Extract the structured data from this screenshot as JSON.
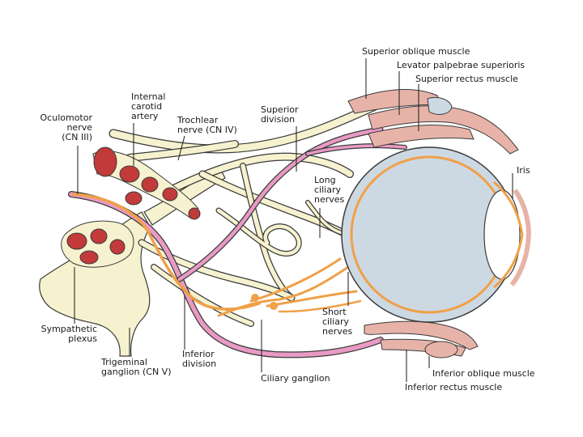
{
  "labels": {
    "superior_oblique": "Superior oblique muscle",
    "levator": "Levator palpebrae superioris",
    "superior_rectus": "Superior rectus muscle",
    "internal_carotid": [
      "Internal",
      "carotid",
      "artery"
    ],
    "oculomotor": [
      "Oculomotor",
      "nerve",
      "(CN III)"
    ],
    "trochlear": [
      "Trochlear",
      "nerve (CN IV)"
    ],
    "superior_division": [
      "Superior",
      "division"
    ],
    "long_ciliary": [
      "Long",
      "ciliary",
      "nerves"
    ],
    "iris": "Iris",
    "short_ciliary": [
      "Short",
      "ciliary",
      "nerves"
    ],
    "sympathetic": [
      "Sympathetic",
      "plexus"
    ],
    "trigeminal": [
      "Trigeminal",
      "ganglion (CN V)"
    ],
    "inferior_division": [
      "Inferior",
      "division"
    ],
    "ciliary_ganglion": "Ciliary ganglion",
    "inferior_oblique": "Inferior oblique muscle",
    "inferior_rectus": "Inferior rectus muscle"
  },
  "colors": {
    "nerve_yellow": "#f6f2cf",
    "oculomotor_pink": "#e99ac4",
    "ciliary_orange": "#f0a048",
    "artery_red": "#c23a3a",
    "muscle_pink": "#e7b3a8",
    "eye_blue": "#cdd9e2"
  }
}
